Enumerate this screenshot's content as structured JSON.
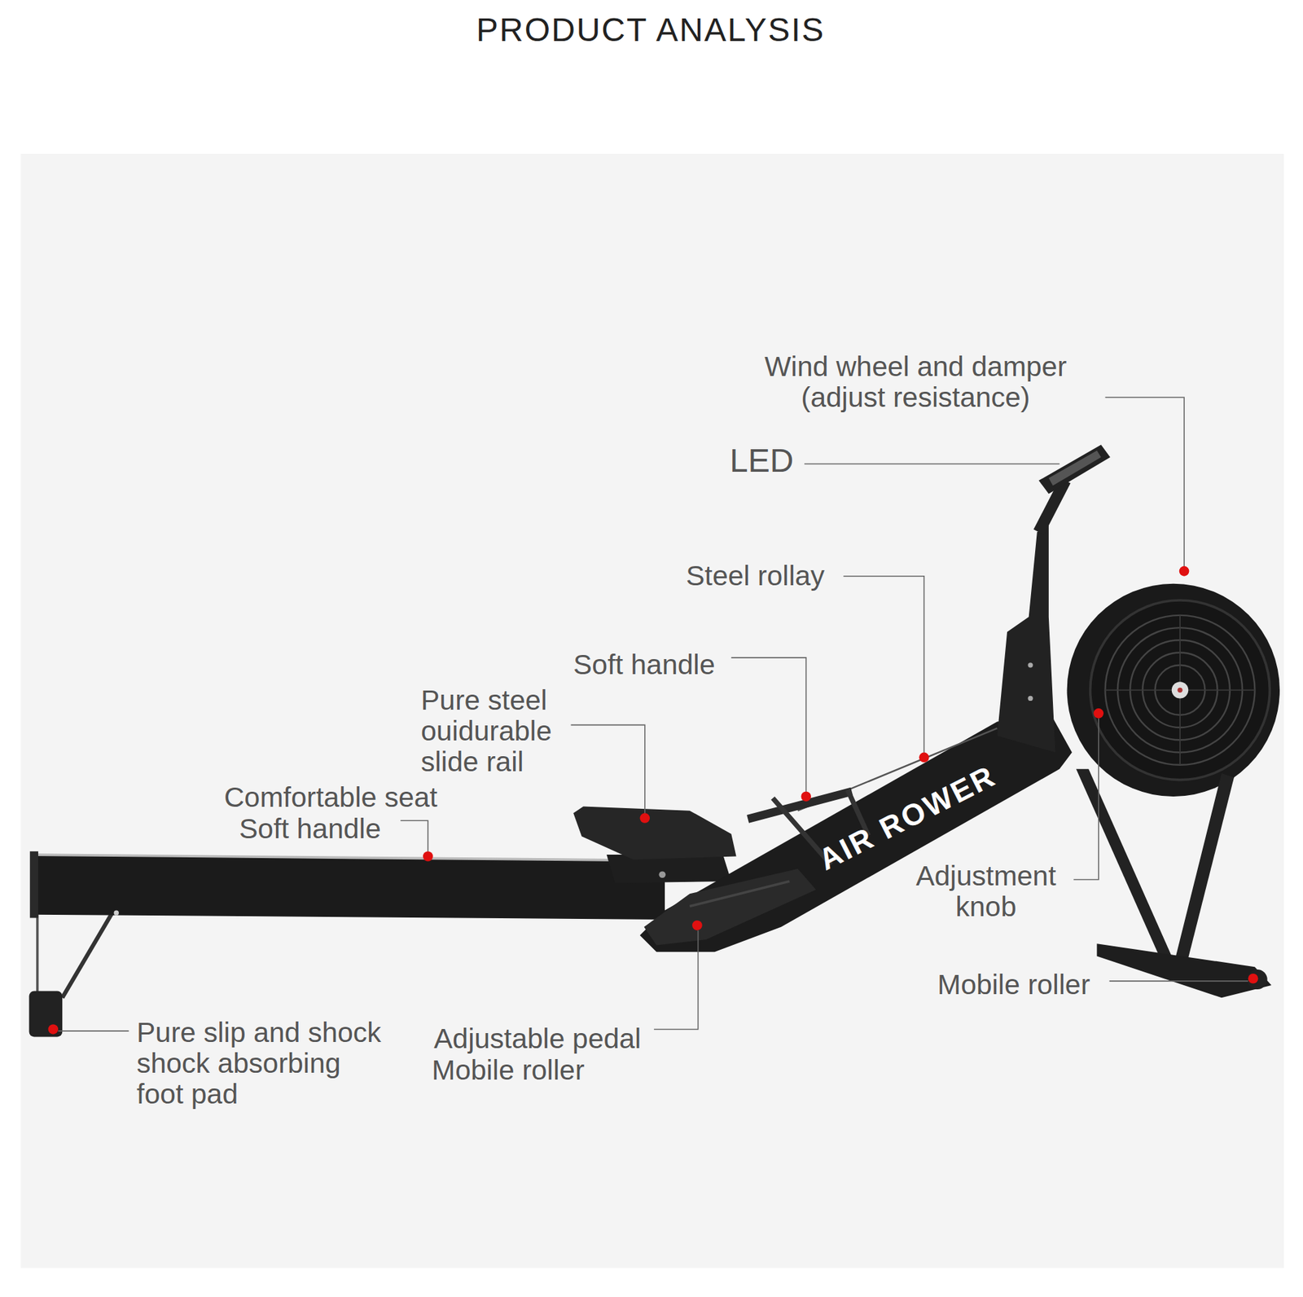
{
  "diagram": {
    "title": "PRODUCT ANALYSIS",
    "labels": [
      "Wind wheel and damper (adjust resistance)",
      "LED",
      "Steel rollay",
      "Soft handle",
      "Pure steel ouidurable slide rail",
      "Comfortable seat",
      "Soft handle",
      "Adjustment knob",
      "Mobile roller",
      "Adjustable pedal",
      "Mobile roller",
      "Pure slip and shock shock absorbing foot pad",
      "AIR ROWER"
    ]
  }
}
